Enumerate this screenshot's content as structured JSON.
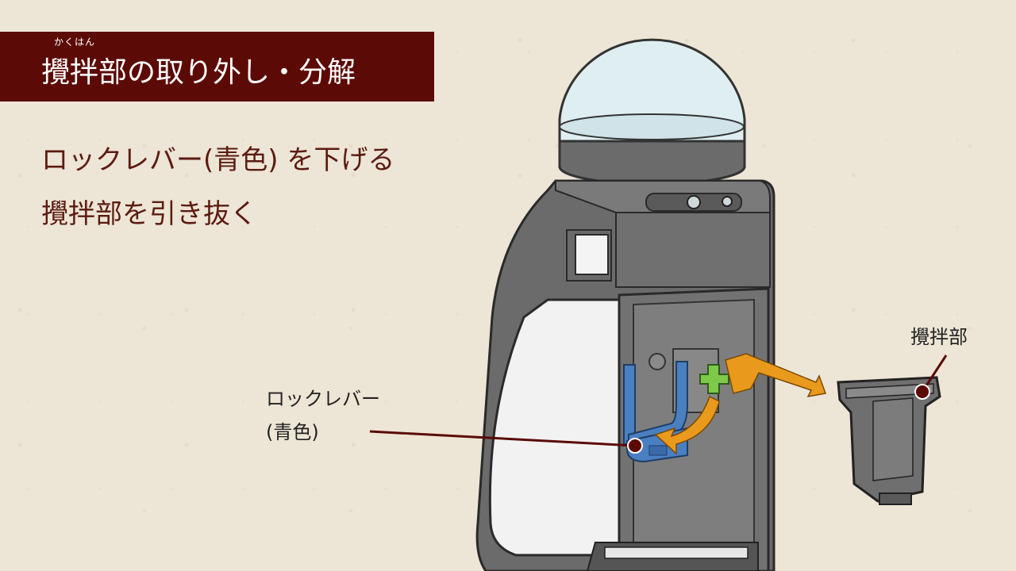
{
  "title": {
    "ruby": "かくはん",
    "text": "攪拌部の取り外し・分解"
  },
  "steps": [
    "ロックレバー(青色) を下げる",
    "攪拌部を引き抜く"
  ],
  "labels": {
    "agitator": "攪拌部",
    "lock_lever_line1": "ロックレバー",
    "lock_lever_line2": "(青色)"
  },
  "colors": {
    "title_band": "#5c0a06",
    "step_text": "#5c1b12",
    "machine_body": "#6b6b6b",
    "lever_blue": "#4a7fc1",
    "arrow_orange": "#e99a1c",
    "leader_line": "#5c0a06"
  }
}
